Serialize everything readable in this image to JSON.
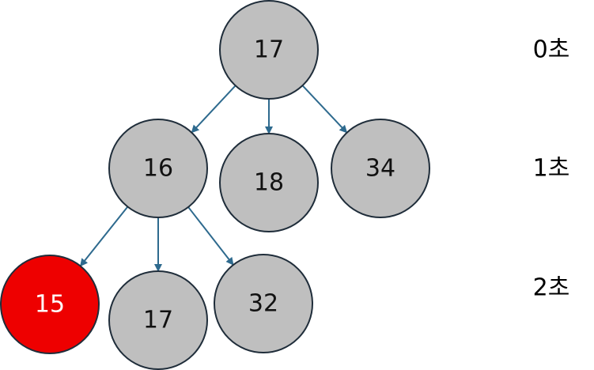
{
  "colors": {
    "node_fill": "#bfbfbf",
    "node_stroke": "#1f2d3a",
    "highlight_fill": "#ee0000",
    "highlight_text": "#ffffff",
    "text": "#111111",
    "edge": "#2e6a8e"
  },
  "nodes": [
    {
      "id": "n0",
      "label": "17",
      "level": 0,
      "highlight": false
    },
    {
      "id": "n1",
      "label": "16",
      "level": 1,
      "highlight": false
    },
    {
      "id": "n2",
      "label": "18",
      "level": 1,
      "highlight": false
    },
    {
      "id": "n3",
      "label": "34",
      "level": 1,
      "highlight": false
    },
    {
      "id": "n4",
      "label": "15",
      "level": 2,
      "highlight": true
    },
    {
      "id": "n5",
      "label": "17",
      "level": 2,
      "highlight": false
    },
    {
      "id": "n6",
      "label": "32",
      "level": 2,
      "highlight": false
    }
  ],
  "edges": [
    {
      "from": "n0",
      "to": "n1"
    },
    {
      "from": "n0",
      "to": "n2"
    },
    {
      "from": "n0",
      "to": "n3"
    },
    {
      "from": "n1",
      "to": "n4"
    },
    {
      "from": "n1",
      "to": "n5"
    },
    {
      "from": "n1",
      "to": "n6"
    }
  ],
  "time_labels": [
    "0초",
    "1초",
    "2초"
  ]
}
